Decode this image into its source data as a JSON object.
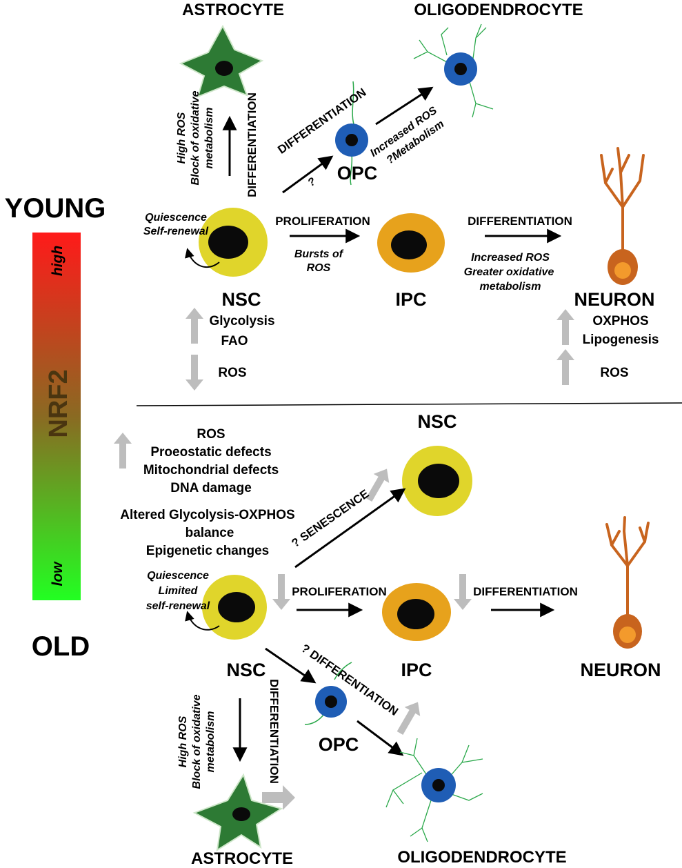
{
  "side": {
    "young": "YOUNG",
    "old": "OLD",
    "nrf2": "NRF2",
    "high": "high",
    "low": "low"
  },
  "young": {
    "astrocyte_title": "ASTROCYTE",
    "oligodendrocyte_title": "OLIGODENDROCYTE",
    "astro_note_1": "High ROS",
    "astro_note_2": "Block of oxidative",
    "astro_note_3": "metabolism",
    "astro_diff": "DIFFERENTIATION",
    "opc_diff": "DIFFERENTIATION",
    "opc_q": "?",
    "opc_label": "OPC",
    "oligo_note_1": "Increased ROS",
    "oligo_note_2": "?Metabolism",
    "quiescence": "Quiescence",
    "self_renewal": "Self-renewal",
    "proliferation": "PROLIFERATION",
    "bursts_1": "Bursts of",
    "bursts_2": "ROS",
    "differentiation": "DIFFERENTIATION",
    "neuron_note_1": "Increased ROS",
    "neuron_note_2": "Greater oxidative",
    "neuron_note_3": "metabolism",
    "nsc": "NSC",
    "ipc": "IPC",
    "neuron": "NEURON",
    "glycolysis": "Glycolysis",
    "fao": "FAO",
    "ros_left": "ROS",
    "oxphos": "OXPHOS",
    "lipogenesis": "Lipogenesis",
    "ros_right": "ROS"
  },
  "old": {
    "nsc_top": "NSC",
    "defects": [
      "ROS",
      "Proeostatic defects",
      "Mitochondrial defects",
      "DNA damage"
    ],
    "altered": [
      "Altered Glycolysis-OXPHOS",
      "balance",
      "Epigenetic changes"
    ],
    "senescence": "? SENESCENCE",
    "quiescence": "Quiescence",
    "limited": "Limited",
    "self_renewal": "self-renewal",
    "proliferation": "PROLIFERATION",
    "differentiation": "DIFFERENTIATION",
    "nsc": "NSC",
    "ipc": "IPC",
    "neuron": "NEURON",
    "q_diff": "? DIFFERENTIATION",
    "opc_label": "OPC",
    "astro_note_1": "High ROS",
    "astro_note_2": "Block of oxidative",
    "astro_note_3": "metabolism",
    "astro_diff": "DIFFERENTIATION",
    "astrocyte_title": "ASTROCYTE",
    "oligodendrocyte_title": "OLIGODENDROCYTE"
  },
  "colors": {
    "nsc_yellow": "#e0d52b",
    "ipc_orange": "#e7a21c",
    "opc_blue": "#1f5db5",
    "astro_green": "#2d7a34",
    "neuron_brown": "#c8641e",
    "gray_arrow": "#bdbdbd"
  }
}
